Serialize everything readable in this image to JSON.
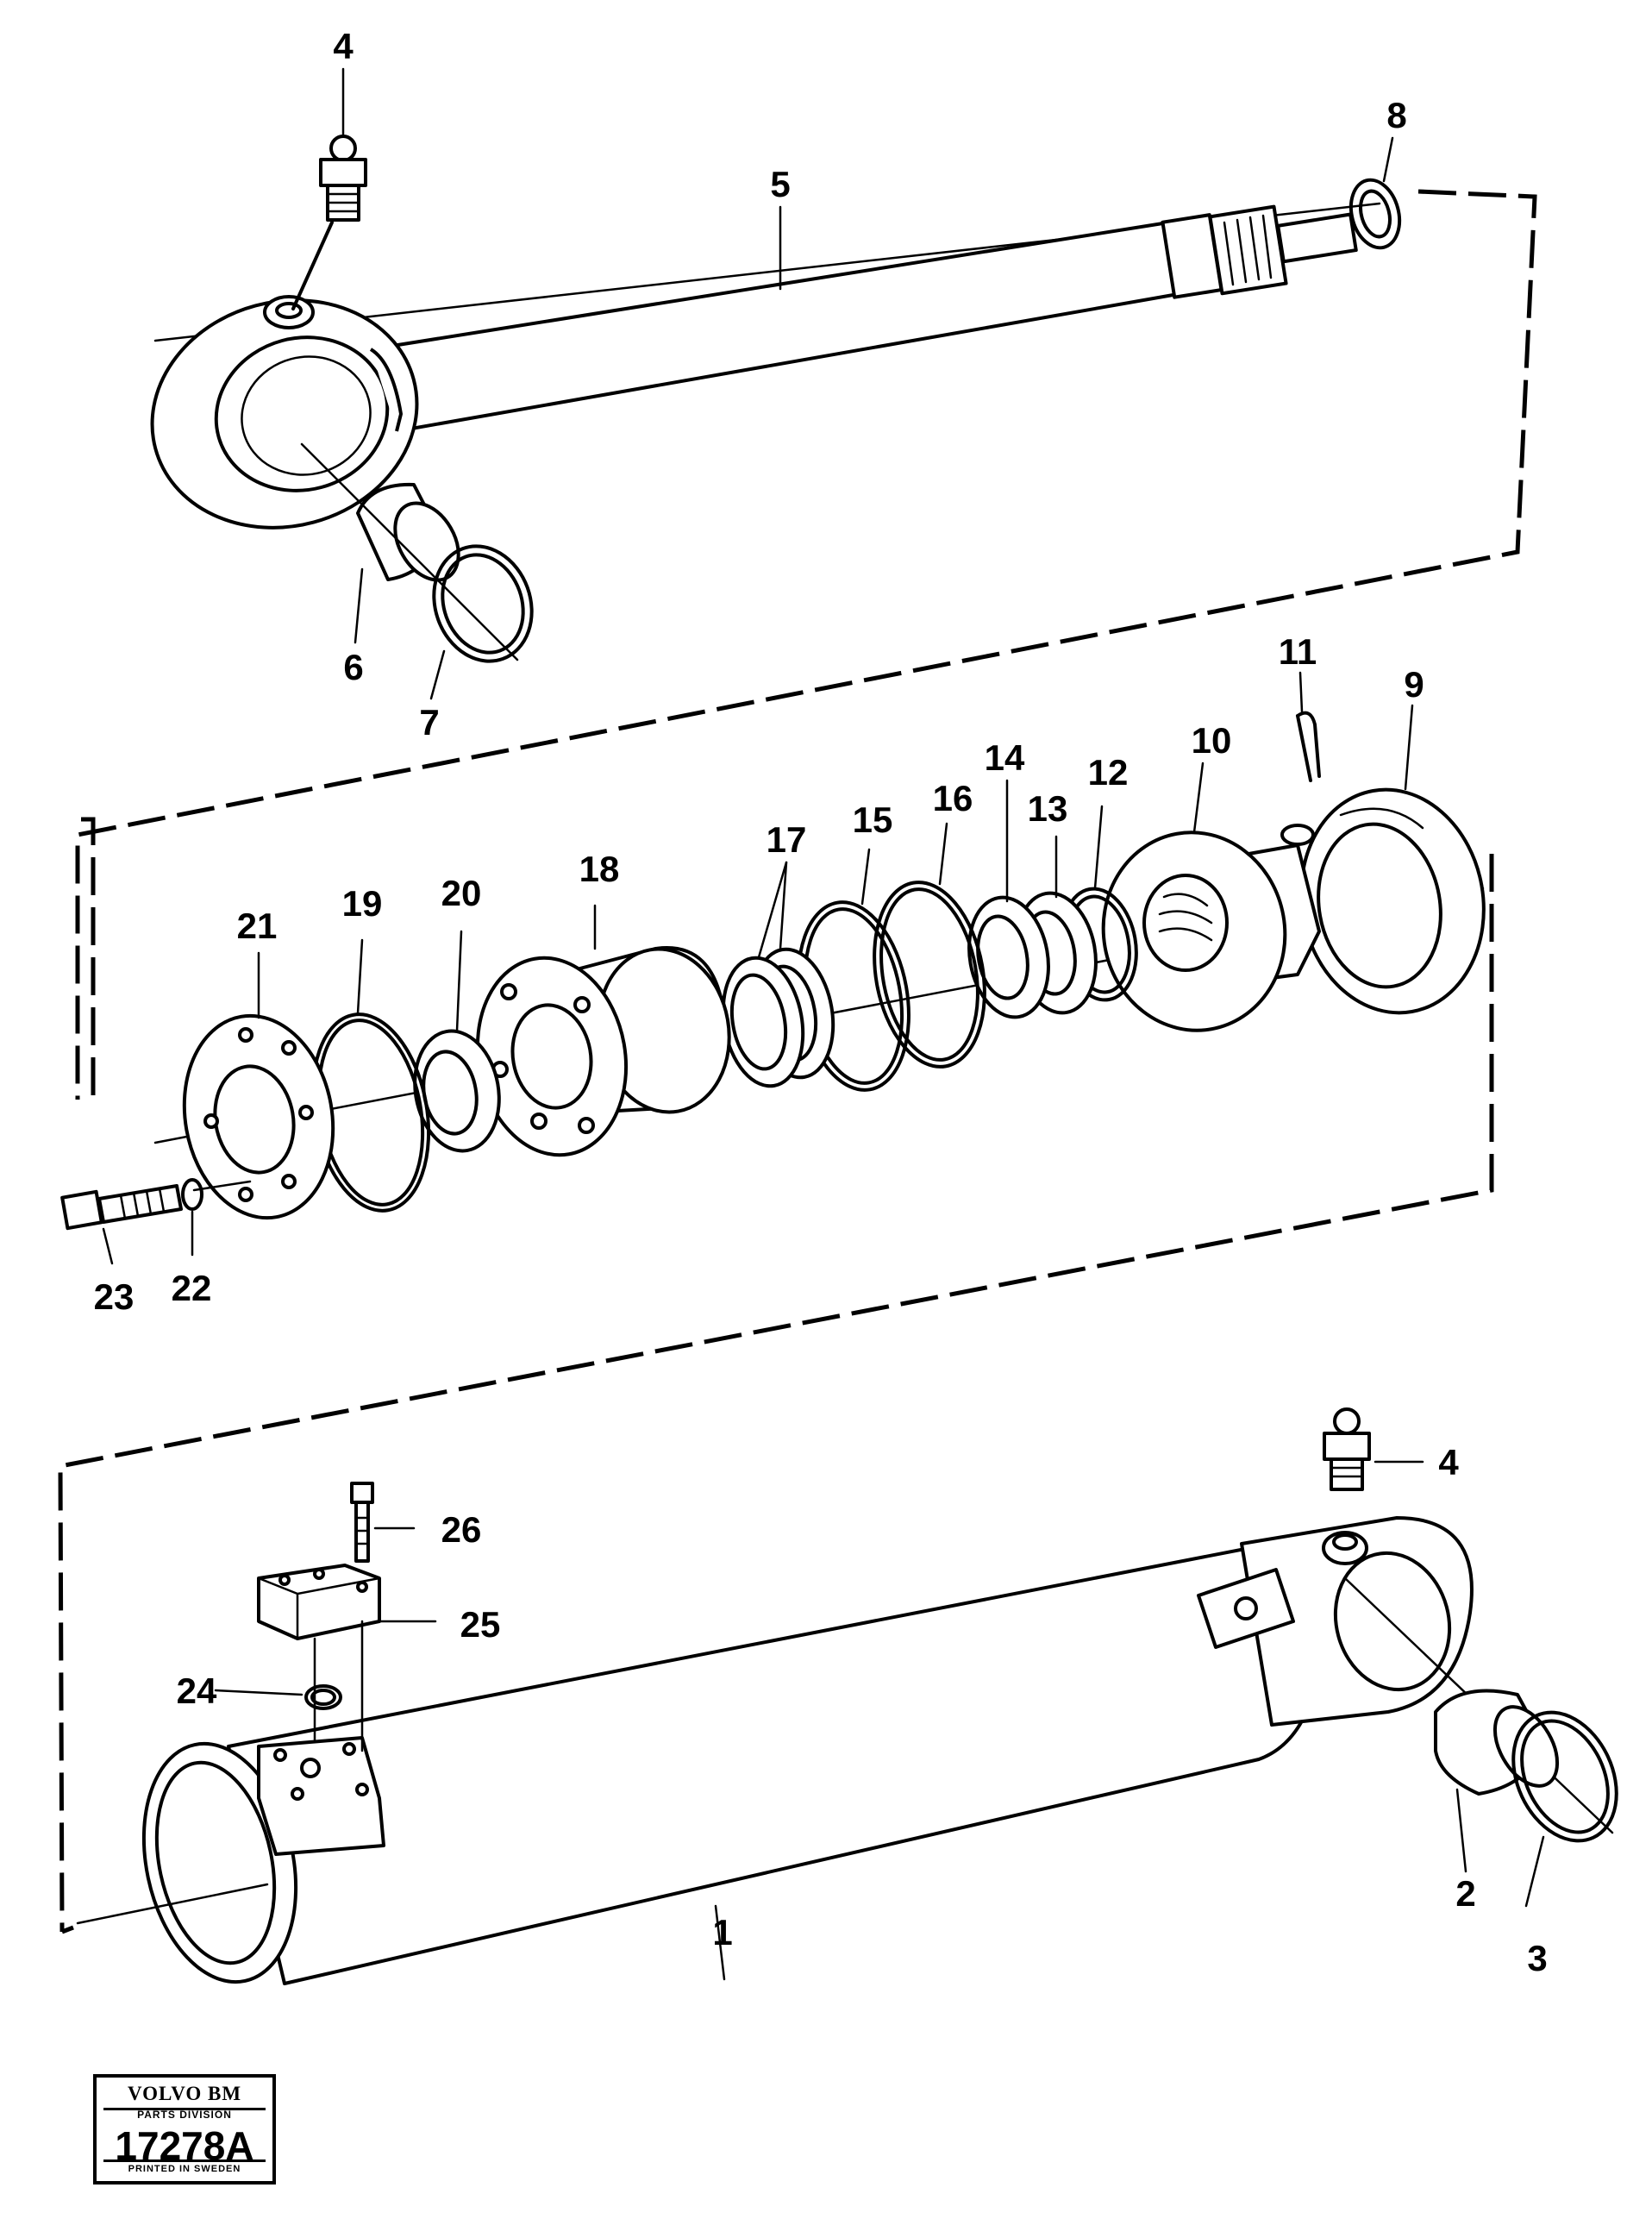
{
  "callouts": {
    "c1": "1",
    "c2": "2",
    "c3": "3",
    "c4a": "4",
    "c4b": "4",
    "c5": "5",
    "c6": "6",
    "c7": "7",
    "c8": "8",
    "c9": "9",
    "c10": "10",
    "c11": "11",
    "c12": "12",
    "c13": "13",
    "c14": "14",
    "c15": "15",
    "c16": "16",
    "c17": "17",
    "c18": "18",
    "c19": "19",
    "c20": "20",
    "c21": "21",
    "c22": "22",
    "c23": "23",
    "c24": "24",
    "c25": "25",
    "c26": "26"
  },
  "badge": {
    "brand": "VOLVO BM",
    "division": "PARTS DIVISION",
    "code": "17278A",
    "printed": "PRINTED IN SWEDEN"
  }
}
